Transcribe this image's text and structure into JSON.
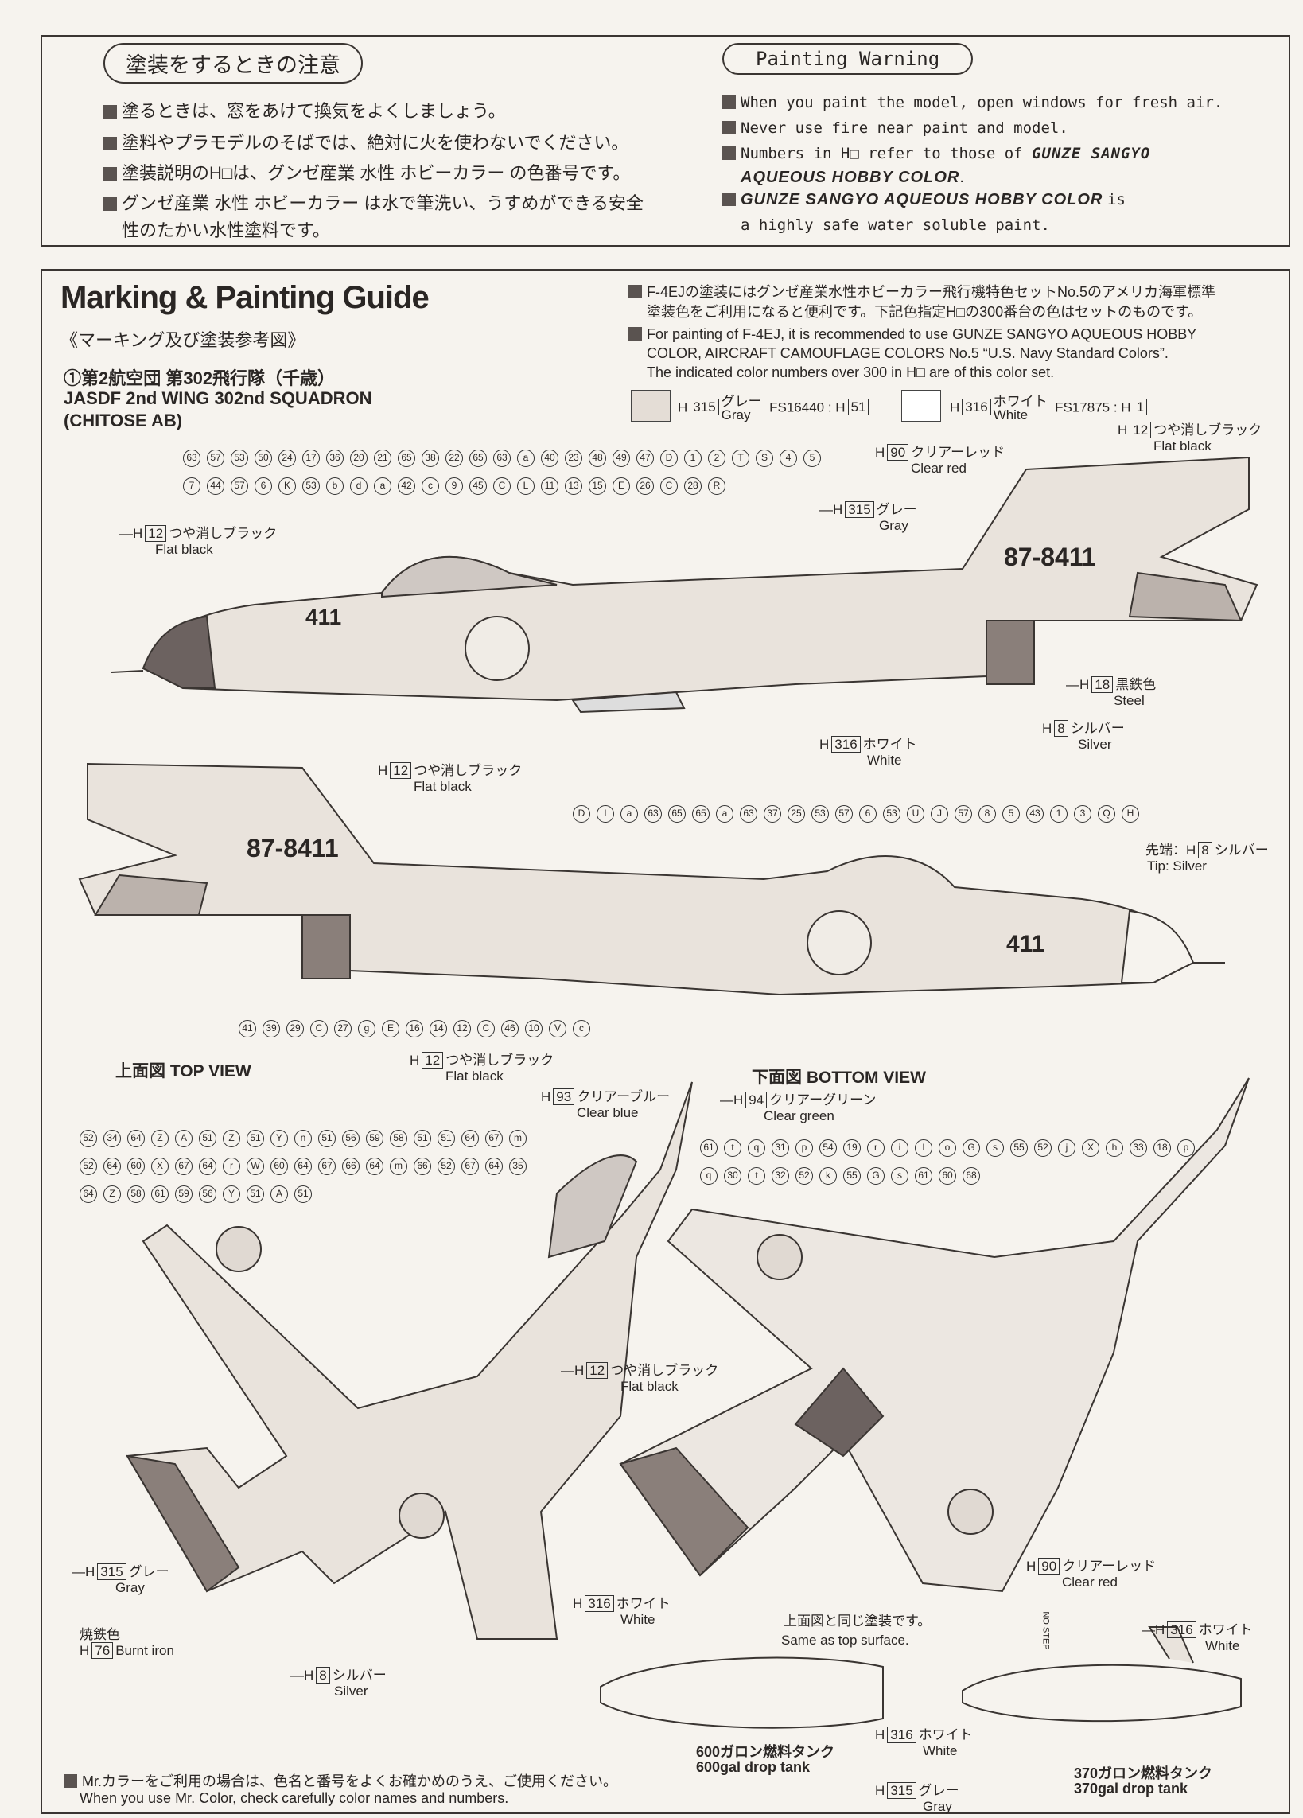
{
  "warning_jp": {
    "title": "塗装をするときの注意",
    "items": [
      "塗るときは、窓をあけて換気をよくしましょう。",
      "塗料やプラモデルのそばでは、絶対に火を使わないでください。",
      "塗装説明のH□は、グンゼ産業 水性 ホビーカラー の色番号です。",
      "グンゼ産業 水性 ホビーカラー は水で筆洗い、うすめができる安全",
      "性のたかい水性塗料です。"
    ]
  },
  "warning_en": {
    "title": "Painting Warning",
    "items": [
      "When you paint the model, open windows for fresh air.",
      "Never use fire near paint and model.",
      "Numbers in H□ refer to those of",
      "GUNZE SANGYO",
      "AQUEOUS HOBBY COLOR",
      ".",
      "GUNZE SANGYO AQUEOUS HOBBY COLOR",
      "is",
      "a highly safe water soluble paint."
    ]
  },
  "guide": {
    "title": "Marking & Painting Guide",
    "subtitle_jp": "《マーキング及び塗装参考図》",
    "unit_jp": "①第2航空団 第302飛行隊（千歳）",
    "unit_en1": "JASDF 2nd WING 302nd SQUADRON",
    "unit_en2": "(CHITOSE AB)"
  },
  "notes": {
    "jp1": "F-4EJの塗装にはグンゼ産業水性ホビーカラー飛行機特色セットNo.5のアメリカ海軍標準",
    "jp2": "塗装色をご利用になると便利です。下記色指定H□の300番台の色はセットのものです。",
    "en1": "For painting of F-4EJ, it is recommended to use GUNZE SANGYO AQUEOUS HOBBY",
    "en2": "COLOR, AIRCRAFT CAMOUFLAGE COLORS No.5 “U.S. Navy Standard Colors”.",
    "en3": "The indicated color numbers over 300 in H□ are of this color set."
  },
  "legend": [
    {
      "h": "315",
      "jp": "グレー",
      "en": "Gray",
      "fs": "FS16440 : H",
      "fsnum": "51",
      "color": "#e4ddd6"
    },
    {
      "h": "316",
      "jp": "ホワイト",
      "en": "White",
      "fs": "FS17875 : H",
      "fsnum": "1",
      "color": "#ffffff"
    }
  ],
  "colors": {
    "flat_black": {
      "h": "12",
      "jp": "つや消しブラック",
      "en": "Flat black"
    },
    "clear_red": {
      "h": "90",
      "jp": "クリアーレッド",
      "en": "Clear red"
    },
    "gray": {
      "h": "315",
      "jp": "グレー",
      "en": "Gray"
    },
    "steel": {
      "h": "18",
      "jp": "黒鉄色",
      "en": "Steel"
    },
    "silver": {
      "h": "8",
      "jp": "シルバー",
      "en": "Silver"
    },
    "white": {
      "h": "316",
      "jp": "ホワイト",
      "en": "White"
    },
    "clear_blue": {
      "h": "93",
      "jp": "クリアーブルー",
      "en": "Clear blue"
    },
    "clear_green": {
      "h": "94",
      "jp": "クリアーグリーン",
      "en": "Clear green"
    },
    "burnt_iron": {
      "h": "76",
      "jp": "焼鉄色",
      "en": "Burnt iron"
    }
  },
  "tip": {
    "jp": "先端：H",
    "h": "8",
    "jp2": "シルバー",
    "en": "Tip: Silver"
  },
  "serial": "87-8411",
  "nose_code": "411",
  "views": {
    "top": "上面図 TOP VIEW",
    "bottom": "下面図 BOTTOM VIEW",
    "same_jp": "上面図と同じ塗装です。",
    "same_en": "Same as top surface.",
    "no_step": "NO STEP"
  },
  "tanks": {
    "t600_jp": "600ガロン燃料タンク",
    "t600_en": "600gal drop tank",
    "t370_jp": "370ガロン燃料タンク",
    "t370_en": "370gal drop tank"
  },
  "footer": {
    "jp": "Mr.カラーをご利用の場合は、色名と番号をよくお確かめのうえ、ご使用ください。",
    "en": "When you use Mr. Color, check carefully color names and numbers."
  },
  "callouts_side1": [
    "63",
    "57",
    "53",
    "50",
    "24",
    "17",
    "36",
    "20",
    "21",
    "65",
    "38",
    "22",
    "65",
    "63",
    "a",
    "40",
    "23",
    "48",
    "49",
    "47",
    "D",
    "1",
    "2",
    "T",
    "S",
    "4",
    "5",
    "7",
    "44",
    "57",
    "6",
    "K",
    "53",
    "b",
    "d",
    "a",
    "42",
    "c",
    "9",
    "45",
    "C",
    "L",
    "11",
    "13",
    "15",
    "E",
    "26",
    "C",
    "28",
    "R"
  ],
  "callouts_side2": [
    "D",
    "l",
    "a",
    "63",
    "65",
    "65",
    "a",
    "63",
    "37",
    "25",
    "53",
    "57",
    "6",
    "53",
    "U",
    "J",
    "57",
    "8",
    "5",
    "43",
    "1",
    "3",
    "Q",
    "H",
    "41",
    "39",
    "29",
    "C",
    "27",
    "g",
    "E",
    "16",
    "14",
    "12",
    "C",
    "46",
    "10",
    "V",
    "c"
  ],
  "callouts_top": [
    "52",
    "34",
    "64",
    "Z",
    "A",
    "51",
    "Z",
    "51",
    "Y",
    "n",
    "51",
    "56",
    "59",
    "58",
    "51",
    "51",
    "64",
    "67",
    "m",
    "52",
    "64",
    "60",
    "X",
    "67",
    "64",
    "r",
    "W",
    "60",
    "64",
    "67",
    "66",
    "64",
    "m",
    "66",
    "52",
    "67",
    "64",
    "35",
    "64",
    "Z",
    "58",
    "61",
    "59",
    "56",
    "Y",
    "51",
    "A",
    "51"
  ],
  "callouts_bottom": [
    "61",
    "t",
    "q",
    "31",
    "p",
    "54",
    "19",
    "r",
    "i",
    "l",
    "o",
    "G",
    "s",
    "55",
    "52",
    "j",
    "X",
    "h",
    "33",
    "18",
    "p",
    "q",
    "30",
    "t",
    "32",
    "52",
    "k",
    "55",
    "G",
    "s",
    "61",
    "60",
    "68"
  ]
}
